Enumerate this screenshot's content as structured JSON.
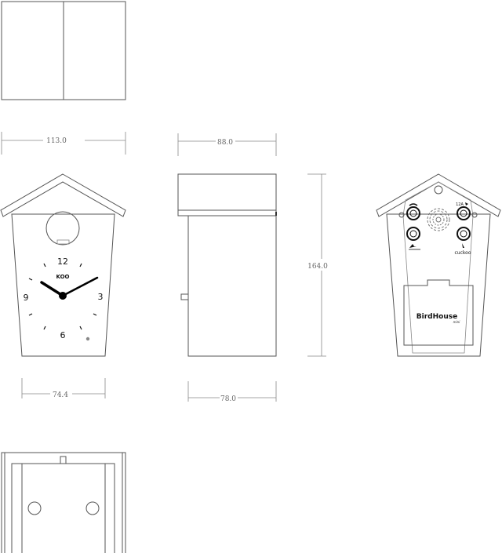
{
  "dimensions": {
    "top_width": "113.0",
    "roof_depth": "88.0",
    "height": "164.0",
    "base_width": "74.4",
    "body_depth": "78.0"
  },
  "clock_face": {
    "numerals": [
      "12",
      "3",
      "6",
      "9"
    ],
    "logo": "KOO"
  },
  "back_panel": {
    "brand": "BirdHouse",
    "brand_sub": "mini",
    "cuckoo_label": "cuckoo",
    "time_label": "12A"
  },
  "colors": {
    "line": "#555555",
    "hands": "#000000"
  }
}
